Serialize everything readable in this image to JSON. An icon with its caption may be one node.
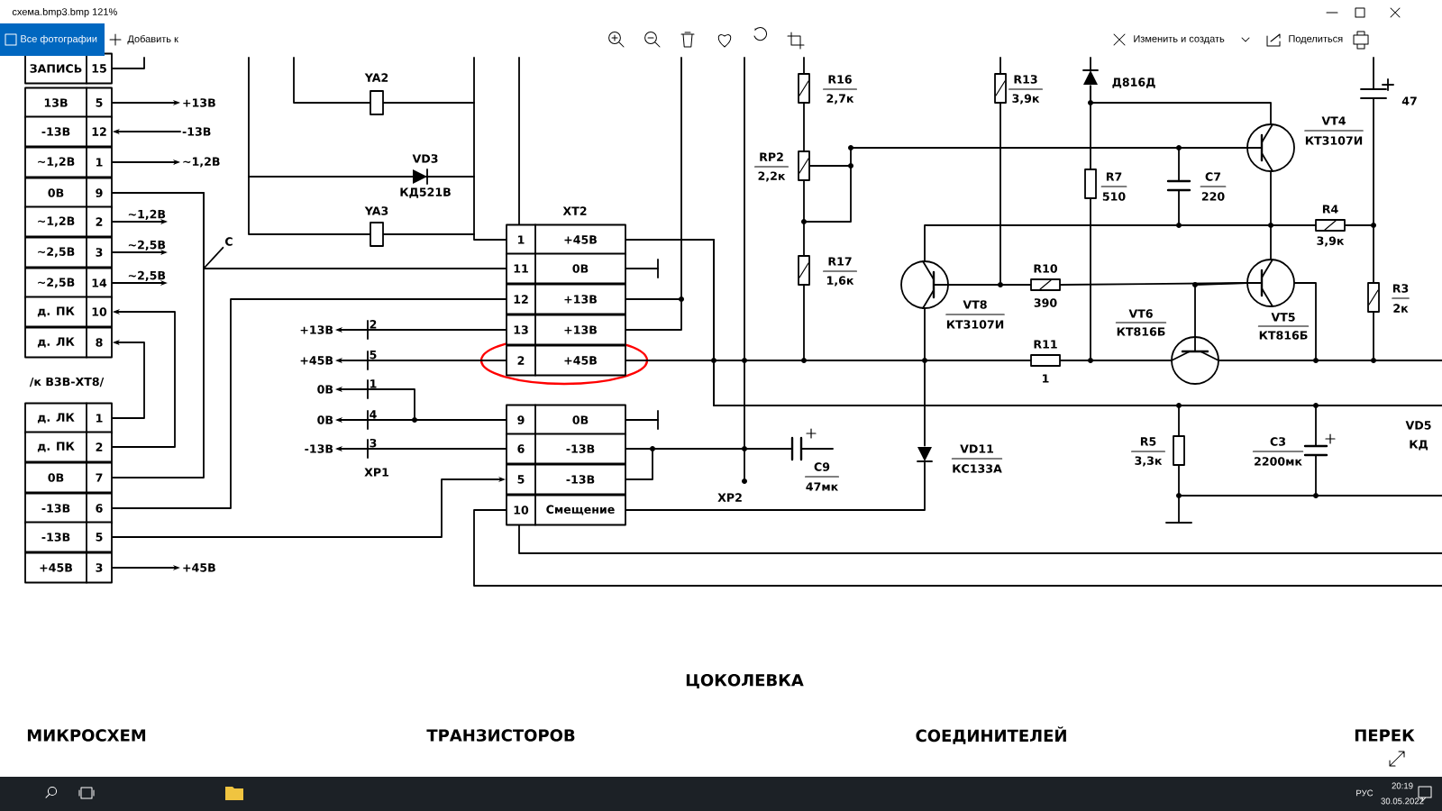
{
  "diagram": {
    "nodes": [
      {
        "text": [
          "ЗАПИСЬ",
          "15"
        ]
      },
      {
        "text": [
          "13В",
          "5"
        ]
      },
      {
        "text": [
          "-13В",
          "12"
        ]
      },
      {
        "text": [
          "~1,2В",
          "1"
        ]
      },
      {
        "text": [
          "0В",
          "9"
        ]
      },
      {
        "text": [
          "~1,2В",
          "2"
        ]
      },
      {
        "text": [
          "~2,5В",
          "3"
        ]
      },
      {
        "text": [
          "~2,5В",
          "14"
        ]
      },
      {
        "text": [
          "д. ПК",
          "10"
        ]
      },
      {
        "text": [
          "д. ЛК",
          "8"
        ]
      },
      {
        "text": [
          "д. ЛК",
          "1"
        ]
      },
      {
        "text": [
          "д. ПК",
          "2"
        ]
      },
      {
        "text": [
          "0В",
          "7"
        ]
      },
      {
        "text": [
          "-13В",
          "6"
        ]
      },
      {
        "text": [
          "-13В",
          "5"
        ]
      },
      {
        "text": [
          "+45В",
          "3"
        ]
      },
      {
        "text": [
          "1",
          "+45В"
        ]
      },
      {
        "text": [
          "11",
          "0В"
        ]
      },
      {
        "text": [
          "12",
          "+13В"
        ]
      },
      {
        "text": [
          "13",
          "+13В"
        ]
      },
      {
        "text": [
          "2",
          "+45В"
        ]
      },
      {
        "text": [
          "9",
          "0В"
        ]
      },
      {
        "text": [
          "6",
          "-13В"
        ]
      },
      {
        "text": [
          "5",
          "-13В"
        ]
      },
      {
        "text": [
          "10",
          "Смещение"
        ]
      },
      {
        "text": [
          "+13В"
        ]
      },
      {
        "text": [
          "-13В"
        ]
      },
      {
        "text": [
          "~1,2В"
        ]
      },
      {
        "text": [
          "~1,2В"
        ]
      },
      {
        "text": [
          "~2,5В"
        ]
      },
      {
        "text": [
          "~2,5В"
        ]
      },
      {
        "text": [
          "С"
        ]
      },
      {
        "text": [
          "+45В"
        ]
      },
      {
        "text": [
          "+13В"
        ]
      },
      {
        "text": [
          "+45В"
        ]
      },
      {
        "text": [
          "0В"
        ]
      },
      {
        "text": [
          "0В"
        ]
      },
      {
        "text": [
          "-13В"
        ]
      },
      {
        "text": [
          "YA2"
        ]
      },
      {
        "text": [
          "VD3",
          "КД521В"
        ]
      },
      {
        "text": [
          "YA3"
        ]
      },
      {
        "text": [
          "R16",
          "2,7к"
        ]
      },
      {
        "text": [
          "RP2",
          "2,2к"
        ]
      },
      {
        "text": [
          "R17",
          "1,6к"
        ]
      },
      {
        "text": [
          "C9",
          "47мк"
        ]
      },
      {
        "text": [
          "R13",
          "3,9к"
        ]
      },
      {
        "text": [
          "Д816Д"
        ]
      },
      {
        "text": [
          "VT4",
          "КТ3107И"
        ]
      },
      {
        "text": [
          "R7",
          "510"
        ]
      },
      {
        "text": [
          "C7",
          "220"
        ]
      },
      {
        "text": [
          "R4",
          "3,9к"
        ]
      },
      {
        "text": [
          "VT8",
          "КТ3107И"
        ]
      },
      {
        "text": [
          "R10",
          "390"
        ]
      },
      {
        "text": [
          "VT5",
          "КТ816Б"
        ]
      },
      {
        "text": [
          "R3",
          "2к"
        ]
      },
      {
        "text": [
          "VT6",
          "КТ816Б"
        ]
      },
      {
        "text": [
          "R11",
          "1"
        ]
      },
      {
        "text": [
          "VD11",
          "КС133А"
        ]
      },
      {
        "text": [
          "R5",
          "3,3к"
        ]
      },
      {
        "text": [
          "C3",
          "2200мк"
        ]
      },
      {
        "text": [
          "2"
        ]
      },
      {
        "text": [
          "5"
        ]
      },
      {
        "text": [
          "1"
        ]
      },
      {
        "text": [
          "4"
        ]
      },
      {
        "text": [
          "3"
        ]
      }
    ],
    "edges": [
      {
        "from": 1,
        "to": 25,
        "arrow": "to"
      },
      {
        "from": 26,
        "to": 2,
        "arrow": "to"
      },
      {
        "from": 3,
        "to": 27,
        "arrow": "to"
      },
      {
        "from": 5,
        "to": 28,
        "arrow": "to"
      },
      {
        "from": 6,
        "to": 29,
        "arrow": "to"
      },
      {
        "from": 7,
        "to": 30,
        "arrow": "to"
      },
      {
        "from": 31,
        "to": null,
        "arrow": "none"
      },
      {
        "from": 15,
        "to": 32,
        "arrow": "to"
      },
      {
        "from": 60,
        "to": 33,
        "arrow": "to"
      },
      {
        "from": 61,
        "to": 34,
        "arrow": "to"
      },
      {
        "from": 62,
        "to": 35,
        "arrow": "to"
      },
      {
        "from": 63,
        "to": 36,
        "arrow": "to"
      },
      {
        "from": 64,
        "to": 37,
        "arrow": "to"
      },
      {
        "from": 41,
        "to": 42,
        "arrow": "none"
      },
      {
        "from": 42,
        "to": 43,
        "arrow": "none"
      },
      {
        "from": 51,
        "to": 52,
        "arrow": "none"
      },
      {
        "from": 52,
        "to": 53,
        "arrow": "none"
      },
      {
        "from": 56,
        "to": 55,
        "arrow": "none"
      },
      {
        "from": 47,
        "to": 53,
        "arrow": "none"
      },
      {
        "from": 51,
        "to": 57,
        "arrow": "none"
      },
      {
        "from": 11,
        "to": 8,
        "arrow": "to"
      },
      {
        "from": 10,
        "to": 9,
        "arrow": "to"
      },
      {
        "from": 4,
        "to": 12,
        "arrow": "none"
      },
      {
        "from": 22,
        "to": 23,
        "arrow": "none"
      },
      {
        "from": 22,
        "to": 44,
        "arrow": "none"
      },
      {
        "from": 24,
        "to": 57,
        "arrow": "none"
      },
      {
        "from": 20,
        "to": 56,
        "arrow": "none"
      },
      {
        "from": 13,
        "to": 18,
        "arrow": "none"
      },
      {
        "from": 14,
        "to": 23,
        "arrow": "to"
      },
      {
        "from": 60,
        "to": 19,
        "arrow": "none"
      },
      {
        "from": 61,
        "to": 20,
        "arrow": "none"
      },
      {
        "from": 63,
        "to": 21,
        "arrow": "none"
      },
      {
        "from": 64,
        "to": 22,
        "arrow": "none"
      },
      {
        "from": 51,
        "to": 50,
        "arrow": "none"
      },
      {
        "from": 50,
        "to": 54,
        "arrow": "none"
      },
      {
        "from": 46,
        "to": 48,
        "arrow": "none"
      },
      {
        "from": 46,
        "to": 47,
        "arrow": "none"
      },
      {
        "from": 42,
        "to": 47,
        "arrow": "none"
      },
      {
        "from": 4,
        "to": 17,
        "arrow": "none"
      },
      {
        "from": 48,
        "to": 55,
        "arrow": "none"
      },
      {
        "from": 43,
        "to": 56,
        "arrow": "none"
      },
      {
        "from": 55,
        "to": 53,
        "arrow": "none"
      },
      {
        "from": 49,
        "to": 47,
        "arrow": "none"
      },
      {
        "from": 49,
        "to": 50,
        "arrow": "none"
      },
      {
        "from": 16,
        "to": 58,
        "arrow": "none"
      },
      {
        "from": 16,
        "to": 59,
        "arrow": "none"
      },
      {
        "from": 18,
        "to": 19,
        "arrow": "none"
      },
      {
        "from": 58,
        "to": 59,
        "arrow": "none"
      },
      {
        "from": 53,
        "to": 55,
        "arrow": "none"
      },
      {
        "from": 54,
        "to": 55,
        "arrow": "none"
      },
      {
        "from": 45,
        "to": 51,
        "arrow": "none"
      },
      {
        "from": 62,
        "to": 21,
        "arrow": "none"
      }
    ],
    "labels": [
      "схема.bmp3.bmp 121%",
      "Все фотографии",
      "Добавить к",
      "Изменить и создать",
      "Поделиться",
      "/к В3В-ХТ8/",
      "XT2",
      "XP1",
      "XP2",
      "VD5",
      "КД",
      "47",
      "ЦОКОЛЕВКА",
      "МИКРОСХЕМ",
      "ТРАНЗИСТОРОВ",
      "СОЕДИНИТЕЛЕЙ",
      "ПЕРЕК",
      "РУС",
      "20:19",
      "30.05.2022"
    ]
  }
}
